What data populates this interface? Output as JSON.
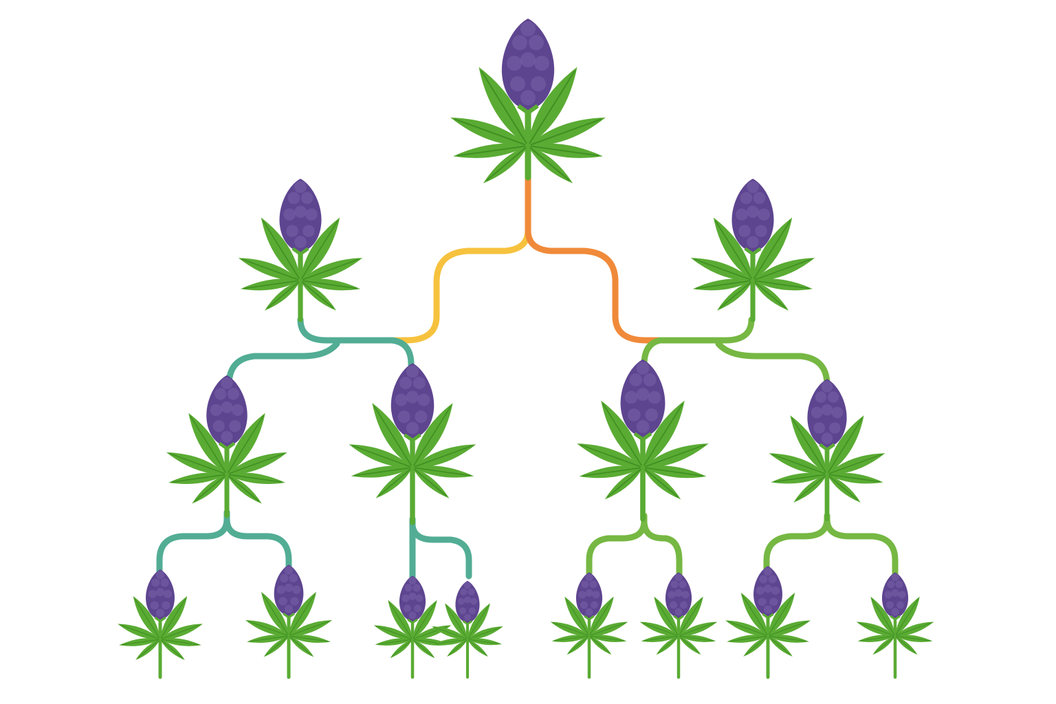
{
  "diagram": {
    "type": "tree",
    "node_icon": "cannabis-plant-icon",
    "colors": {
      "background": "#ffffff",
      "leaf": "#5aab33",
      "leaf_dark": "#3f8f22",
      "bud": "#5e4590",
      "bud_light": "#7a62aa",
      "stem": "#5aab33"
    },
    "edge_colors": {
      "root_left": "#f6c23e",
      "root_right": "#f08a3a",
      "left_subtree": "#52ad94",
      "right_subtree": "#76b843"
    },
    "nodes": [
      {
        "id": "root",
        "level": 0,
        "children": [
          "l1a",
          "l1b"
        ]
      },
      {
        "id": "l1a",
        "level": 1,
        "children": [
          "l2a",
          "l2b"
        ]
      },
      {
        "id": "l1b",
        "level": 1,
        "children": [
          "l2c",
          "l2d"
        ]
      },
      {
        "id": "l2a",
        "level": 2,
        "children": [
          "l3a",
          "l3b"
        ]
      },
      {
        "id": "l2b",
        "level": 2,
        "children": [
          "l3c",
          "l3d"
        ]
      },
      {
        "id": "l2c",
        "level": 2,
        "children": [
          "l3e",
          "l3f"
        ]
      },
      {
        "id": "l2d",
        "level": 2,
        "children": [
          "l3g",
          "l3h"
        ]
      },
      {
        "id": "l3a",
        "level": 3,
        "children": []
      },
      {
        "id": "l3b",
        "level": 3,
        "children": []
      },
      {
        "id": "l3c",
        "level": 3,
        "children": []
      },
      {
        "id": "l3d",
        "level": 3,
        "children": []
      },
      {
        "id": "l3e",
        "level": 3,
        "children": []
      },
      {
        "id": "l3f",
        "level": 3,
        "children": []
      },
      {
        "id": "l3g",
        "level": 3,
        "children": []
      },
      {
        "id": "l3h",
        "level": 3,
        "children": []
      }
    ]
  }
}
